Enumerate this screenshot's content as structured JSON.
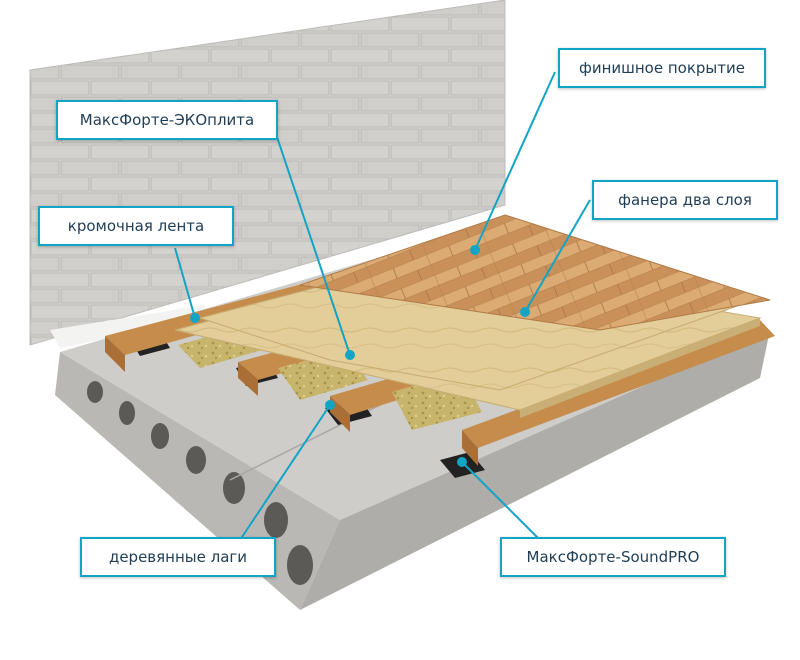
{
  "labels": {
    "finish_coating": "финишное покрытие",
    "eco_plate": "МаксФорте-ЭКОплита",
    "plywood": "фанера два слоя",
    "edge_tape": "кромочная лента",
    "wood_joists": "деревянные лаги",
    "sound_pro": "МаксФорте-SoundPRO"
  },
  "colors": {
    "accent": "#12a4c4",
    "label_text": "#1f3d55",
    "concrete": "#c9c8c4",
    "brick": "#d6d5d1",
    "parquet": "#d19b63",
    "plywood": "#e2cc95",
    "joist": "#c1894a",
    "insulation": "#c6b46a",
    "underlay": "#2a2a2a"
  }
}
